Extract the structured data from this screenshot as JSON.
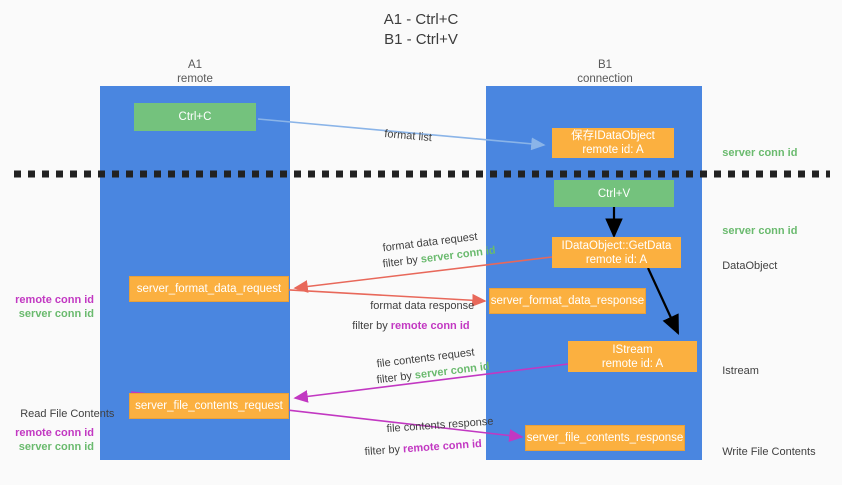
{
  "title": {
    "line1": "A1 - Ctrl+C",
    "line2": "B1 - Ctrl+V"
  },
  "columns": [
    {
      "name": "A1",
      "sub": "remote"
    },
    {
      "name": "B1",
      "sub": "connection"
    }
  ],
  "boxes": {
    "ctrl_c": "Ctrl+C",
    "ctrl_v": "Ctrl+V",
    "idataobject_title": "保存IDataObject",
    "idataobject_sub": "remote id: A",
    "getdata_title": "IDataObject::GetData",
    "getdata_sub": "remote id: A",
    "istream_title": "IStream",
    "istream_sub": "remote id: A",
    "server_format_data_request": "server_format_data_request",
    "server_format_data_response": "server_format_data_response",
    "server_file_contents_request": "server_file_contents_request",
    "server_file_contents_response": "server_file_contents_response"
  },
  "edge_labels": {
    "format_list": "format list",
    "format_data_request": "format data request",
    "format_data_request_filter_prefix": "filter by ",
    "format_data_request_filter_value": "server conn id",
    "format_data_response": "format data response",
    "format_data_response_filter_prefix": "filter by ",
    "format_data_response_filter_value": "remote conn id",
    "file_contents_request": "file contents request",
    "file_contents_request_filter_prefix": "filter by ",
    "file_contents_request_filter_value": "server conn id",
    "file_contents_response": "file contents response",
    "file_contents_response_filter_prefix": "filter by ",
    "file_contents_response_filter_value": "remote conn id"
  },
  "annotations": {
    "server_conn_id_top": "server conn id",
    "server_conn_id_mid": "server conn id",
    "dataobject": "DataObject",
    "istream": "Istream",
    "write_file_contents": "Write File Contents",
    "read_file_contents": "Read File Contents",
    "left_remote_conn_id_1": "remote conn id",
    "left_server_conn_id_1": "server conn id",
    "left_remote_conn_id_2": "remote conn id",
    "left_server_conn_id_2": "server conn id"
  },
  "colors": {
    "lane": "#4a86e0",
    "green_box": "#74c27d",
    "orange_box": "#fbb040",
    "green_text": "#6aba6e",
    "magenta_text": "#c238c2",
    "blue_arrow": "#8ab4e8",
    "red_arrow": "#e8685a",
    "magenta_arrow": "#c238c2",
    "black_arrow": "#000000",
    "background": "#fafafa"
  }
}
